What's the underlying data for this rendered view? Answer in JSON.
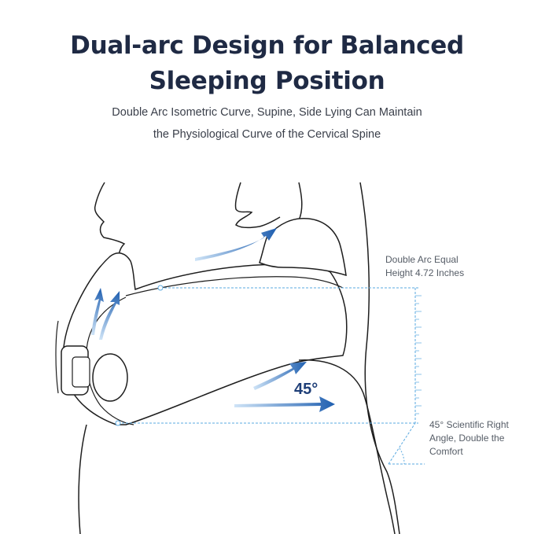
{
  "heading": {
    "title_line1": "Dual-arc Design for Balanced",
    "title_line2": "Sleeping Position",
    "subtitle_line1": "Double Arc Isometric Curve, Supine, Side Lying Can Maintain",
    "subtitle_line2": "the Physiological Curve of the Cervical Spine"
  },
  "annotations": {
    "height_line1": "Double Arc Equal",
    "height_line2": "Height 4.72 Inches",
    "angle_line1": "45° Scientific Right",
    "angle_line2": "Angle, Double the",
    "angle_line3": "Comfort"
  },
  "angle_label": "45°",
  "colors": {
    "title": "#1f2a44",
    "outline": "#1e1e1e",
    "arrow_blue": "#1f5fb0",
    "arrow_light": "#9cc6ef",
    "dimension_line": "#5aa9e0"
  }
}
